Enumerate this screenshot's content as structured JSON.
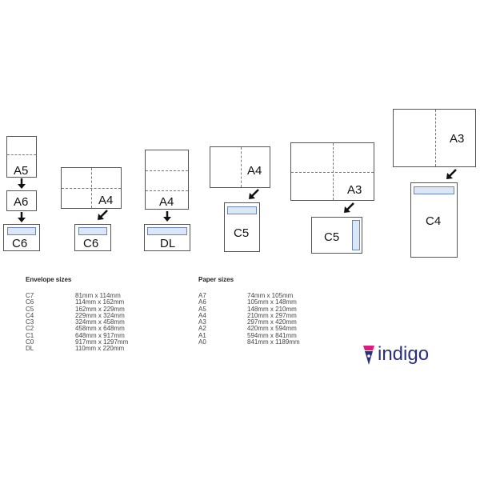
{
  "diagram": {
    "groups": [
      {
        "papers": [
          "A5",
          "A6"
        ],
        "envelope": "C6"
      },
      {
        "papers": [
          "A4"
        ],
        "envelope": "C6"
      },
      {
        "papers": [
          "A4"
        ],
        "envelope": "DL"
      },
      {
        "papers": [
          "A4"
        ],
        "envelope": "C5"
      },
      {
        "papers": [
          "A3"
        ],
        "envelope": "C5"
      },
      {
        "papers": [
          "A3"
        ],
        "envelope": "C4"
      }
    ]
  },
  "envelope_sizes": {
    "heading": "Envelope sizes",
    "rows": [
      {
        "name": "C7",
        "size": "81mm x 114mm"
      },
      {
        "name": "C6",
        "size": "114mm x 162mm"
      },
      {
        "name": "C5",
        "size": "162mm x 229mm"
      },
      {
        "name": "C4",
        "size": "229mm x 324mm"
      },
      {
        "name": "C3",
        "size": "324mm x 458mm"
      },
      {
        "name": "C2",
        "size": "458mm x 648mm"
      },
      {
        "name": "C1",
        "size": "648mm x 917mm"
      },
      {
        "name": "C0",
        "size": "917mm x 1297mm"
      },
      {
        "name": "DL",
        "size": "110mm x 220mm"
      }
    ]
  },
  "paper_sizes": {
    "heading": "Paper sizes",
    "rows": [
      {
        "name": "A7",
        "size": "74mm x 105mm"
      },
      {
        "name": "A6",
        "size": "105mm x 148mm"
      },
      {
        "name": "A5",
        "size": "148mm x 210mm"
      },
      {
        "name": "A4",
        "size": "210mm x 297mm"
      },
      {
        "name": "A3",
        "size": "297mm x 420mm"
      },
      {
        "name": "A2",
        "size": "420mm x 594mm"
      },
      {
        "name": "A1",
        "size": "594mm x 841mm"
      },
      {
        "name": "A0",
        "size": "841mm x 1189mm"
      }
    ]
  },
  "brand": {
    "name": "indigo",
    "color": "#2b2f7a",
    "accent": "#e0197a"
  },
  "colors": {
    "window": "#d9e7f6",
    "window_border": "#6b86ad",
    "outline": "#555555"
  }
}
